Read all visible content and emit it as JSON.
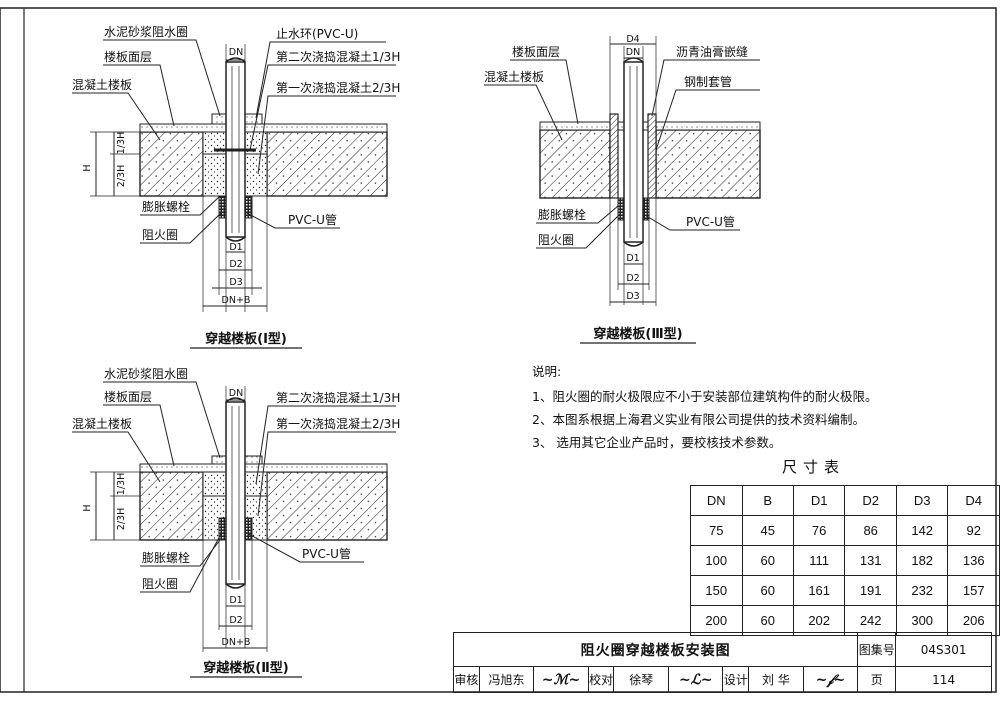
{
  "type_I": {
    "labels": [
      "水泥砂浆阻水圈",
      "楼板面层",
      "混凝土楼板",
      "止水环(PVC-U)",
      "第二次浇捣混凝土1/3H",
      "第一次浇捣混凝土2/3H",
      "膨胀螺栓",
      "阻火圈",
      "PVC-U管"
    ],
    "dims": [
      "DN",
      "D1",
      "D2",
      "D3",
      "DN+B",
      "H",
      "1/3H",
      "2/3H"
    ],
    "caption": "穿越楼板(Ⅰ型)"
  },
  "type_II": {
    "labels": [
      "水泥砂浆阻水圈",
      "楼板面层",
      "混凝土楼板",
      "第二次浇捣混凝土1/3H",
      "第一次浇捣混凝土2/3H",
      "膨胀螺栓",
      "阻火圈",
      "PVC-U管"
    ],
    "dims": [
      "DN",
      "D1",
      "D2",
      "DN+B",
      "H",
      "1/3H",
      "2/3H"
    ],
    "caption": "穿越楼板(Ⅱ型)"
  },
  "type_III": {
    "labels": [
      "楼板面层",
      "混凝土楼板",
      "沥青油膏嵌缝",
      "钢制套管",
      "膨胀螺栓",
      "阻火圈",
      "PVC-U管"
    ],
    "dims": [
      "D4",
      "DN",
      "D1",
      "D2",
      "D3"
    ],
    "caption": "穿越楼板(Ⅲ型)"
  },
  "notes": {
    "heading": "说明:",
    "items": [
      "1、阻火圈的耐火极限应不小于安装部位建筑构件的耐火极限。",
      "2、本图系根据上海君义实业有限公司提供的技术资料编制。",
      "3、 选用其它企业产品时，要校核技术参数。"
    ]
  },
  "size_table": {
    "title": "尺寸表",
    "headers": [
      "DN",
      "B",
      "D1",
      "D2",
      "D3",
      "D4"
    ],
    "rows": [
      [
        "75",
        "45",
        "76",
        "86",
        "142",
        "92"
      ],
      [
        "100",
        "60",
        "111",
        "131",
        "182",
        "136"
      ],
      [
        "150",
        "60",
        "161",
        "191",
        "232",
        "157"
      ],
      [
        "200",
        "60",
        "202",
        "242",
        "300",
        "206"
      ]
    ]
  },
  "title_block": {
    "drawing_title": "阻火圈穿越楼板安装图",
    "atlas_label": "图集号",
    "atlas_no": "04S301",
    "review_label": "审核",
    "reviewer": "冯旭东",
    "check_label": "校对",
    "checker": "徐琴",
    "design_label": "设计",
    "designer": "刘 华",
    "page_label": "页",
    "page_no": "114"
  }
}
